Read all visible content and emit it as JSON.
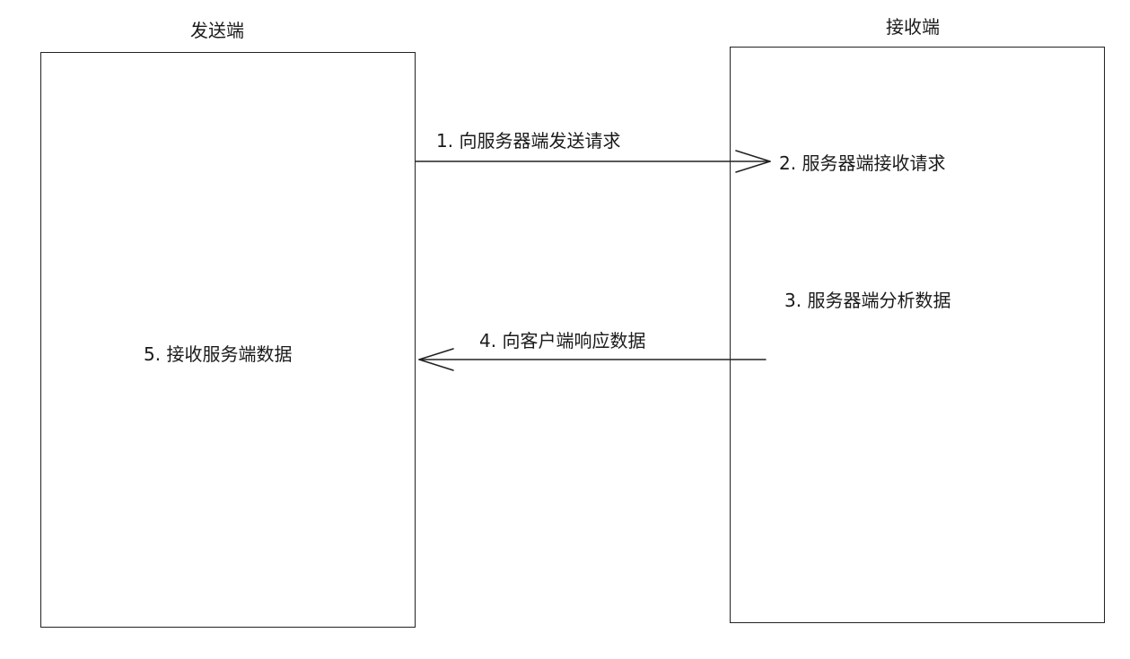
{
  "sender": {
    "title": "发送端",
    "step5": "5. 接收服务端数据"
  },
  "receiver": {
    "title": "接收端",
    "step2": "2. 服务器端接收请求",
    "step3": "3. 服务器端分析数据"
  },
  "arrows": {
    "request": "1. 向服务器端发送请求",
    "response": "4. 向客户端响应数据"
  },
  "colors": {
    "line": "#222222",
    "background": "#ffffff",
    "text": "#1a1a1a"
  }
}
